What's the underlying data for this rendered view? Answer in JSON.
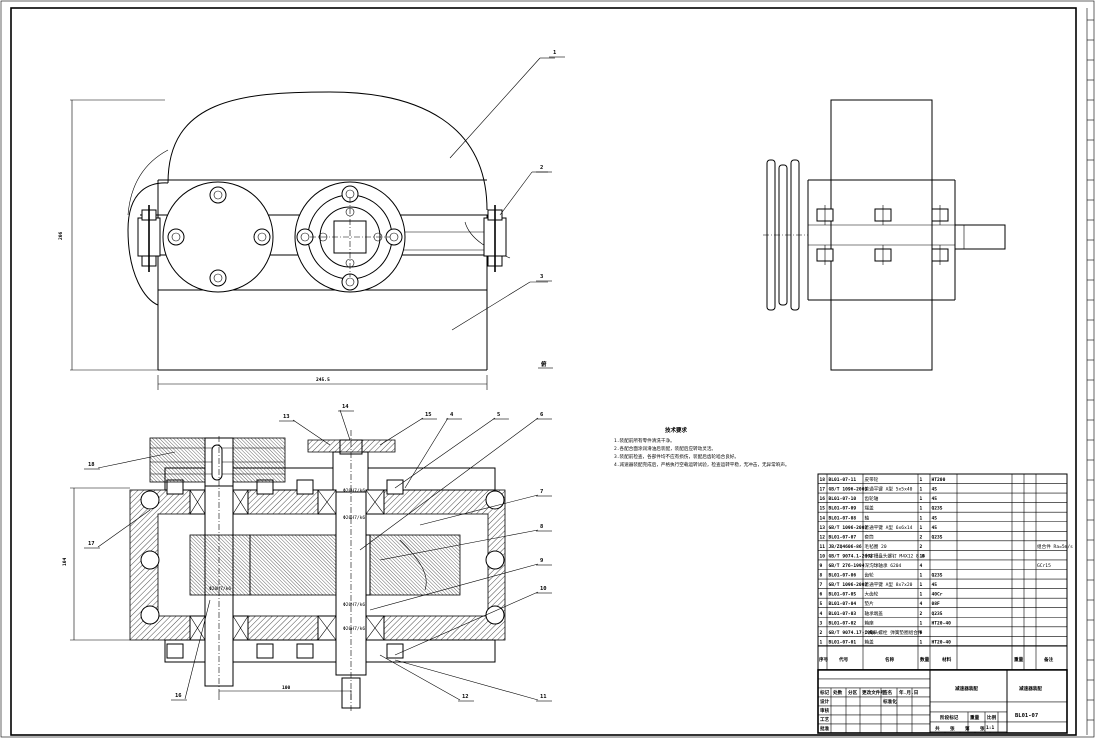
{
  "drawing": {
    "title_block": {
      "drawing_number": "BL01-07",
      "headers": {
        "seq": "序号",
        "code": "代号",
        "name": "名称",
        "qty": "数量",
        "material": "材料",
        "weight": "重量",
        "note": "备注"
      },
      "scale": "1:1",
      "sheet_label": "共",
      "sheet_label2": "张",
      "page_label": "第",
      "title_box": "减速器装配",
      "designer_row": [
        "标记",
        "处数",
        "分区",
        "更改文件号",
        "签名",
        "年.月.日"
      ],
      "approve_row": [
        "设计",
        "",
        "标准化",
        "",
        "",
        "",
        "阶段标记",
        "重量",
        "比例"
      ],
      "check_labels": [
        "审核",
        "工艺",
        "批准"
      ]
    },
    "parts": [
      {
        "no": "18",
        "code": "BL01-07-11",
        "name": "皮带轮",
        "qty": "1",
        "material": "HT200",
        "note": ""
      },
      {
        "no": "17",
        "code": "GB/T 1096-2003",
        "name": "普通平键 A型 5x5x40",
        "qty": "1",
        "material": "45",
        "note": ""
      },
      {
        "no": "16",
        "code": "BL01-07-10",
        "name": "齿轮轴",
        "qty": "1",
        "material": "45",
        "note": ""
      },
      {
        "no": "15",
        "code": "BL01-07-09",
        "name": "端盖",
        "qty": "1",
        "material": "Q235",
        "note": ""
      },
      {
        "no": "14",
        "code": "BL01-07-08",
        "name": "轴",
        "qty": "1",
        "material": "45",
        "note": ""
      },
      {
        "no": "13",
        "code": "GB/T 1096-2003",
        "name": "普通平键 A型 6x6x14",
        "qty": "1",
        "material": "45",
        "note": ""
      },
      {
        "no": "12",
        "code": "BL01-07-07",
        "name": "套筒",
        "qty": "2",
        "material": "Q235",
        "note": ""
      },
      {
        "no": "11",
        "code": "JB/ZQ4606-86",
        "name": "毛毡圈 20",
        "qty": "2",
        "material": "",
        "note": "组合件 Ra=5m/s"
      },
      {
        "no": "10",
        "code": "GB/T 9074.1-2002",
        "name": "十字槽盘头螺钉 M4X12 8.8",
        "qty": "16",
        "material": "",
        "note": ""
      },
      {
        "no": "9",
        "code": "GB/T 276-1994",
        "name": "深沟球轴承 6204",
        "qty": "4",
        "material": "",
        "note": "GCr15"
      },
      {
        "no": "8",
        "code": "BL01-07-06",
        "name": "齿轮",
        "qty": "1",
        "material": "Q235",
        "note": ""
      },
      {
        "no": "7",
        "code": "GB/T 1096-2003",
        "name": "普通平键 A型 8x7x20",
        "qty": "1",
        "material": "45",
        "note": ""
      },
      {
        "no": "6",
        "code": "BL01-07-05",
        "name": "大齿轮",
        "qty": "1",
        "material": "40Cr",
        "note": ""
      },
      {
        "no": "5",
        "code": "BL01-07-04",
        "name": "垫片",
        "qty": "4",
        "material": "08F",
        "note": ""
      },
      {
        "no": "4",
        "code": "BL01-07-03",
        "name": "轴承端盖",
        "qty": "2",
        "material": "Q235",
        "note": ""
      },
      {
        "no": "3",
        "code": "BL01-07-02",
        "name": "箱座",
        "qty": "1",
        "material": "HT20-40",
        "note": ""
      },
      {
        "no": "2",
        "code": "GB/T 9074.17-1988",
        "name": "六角头螺栓 弹簧垫圈组合件",
        "qty": "6",
        "material": "",
        "note": ""
      },
      {
        "no": "1",
        "code": "BL01-07-01",
        "name": "箱盖",
        "qty": "1",
        "material": "HT20-40",
        "note": ""
      }
    ],
    "tech_req": {
      "title": "技术要求",
      "lines": [
        "1.装配前所有零件清洗干净。",
        "2.各配合面涂润滑油后装配，装配后应转动灵活。",
        "3.装配前检查，各部件均不应有损伤，装配后齿轮啮合良好。",
        "4.减速器装配完成后，严格执行空载运转试验，检查运转平稳，无冲击，无异常响声。"
      ]
    },
    "dimensions": {
      "overall_length": "245.5",
      "overall_height": "206",
      "base_height": "104",
      "center_distance": "100",
      "fits": [
        "Φ20H7/k6",
        "Φ20H7/k6",
        "Φ20H7/k6",
        "Φ20H7/k6",
        "Φ20H7/k6"
      ]
    },
    "balloons": [
      "1",
      "2",
      "3",
      "4",
      "5",
      "6",
      "7",
      "8",
      "9",
      "10",
      "11",
      "12",
      "13",
      "14",
      "15",
      "16",
      "17",
      "18"
    ],
    "view_label": "俯"
  }
}
